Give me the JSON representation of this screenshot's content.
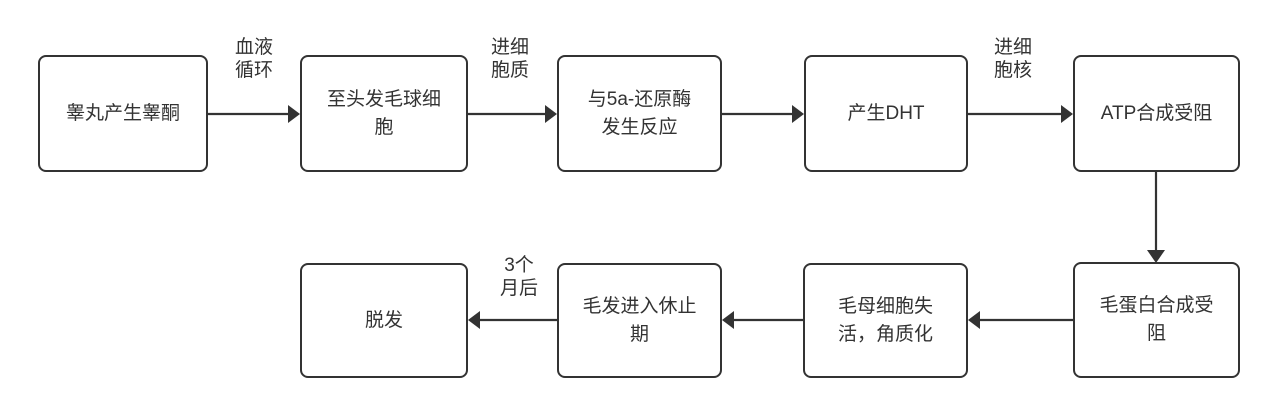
{
  "diagram": {
    "type": "flowchart",
    "title_visible": false,
    "background_color": "#ffffff",
    "node_fill": "#ffffff",
    "node_border_color": "#333333",
    "text_color": "#333333",
    "edge_color": "#333333",
    "nodes": [
      {
        "id": "n1",
        "label": "睾丸产生睾酮"
      },
      {
        "id": "n2",
        "label": "至头发毛球细\n胞"
      },
      {
        "id": "n3",
        "label": "与5a-还原酶\n发生反应"
      },
      {
        "id": "n4",
        "label": "产生DHT"
      },
      {
        "id": "n5",
        "label": "ATP合成受阻"
      },
      {
        "id": "n6",
        "label": "毛蛋白合成受\n阻"
      },
      {
        "id": "n7",
        "label": "毛母细胞失\n活，角质化"
      },
      {
        "id": "n8",
        "label": "毛发进入休止\n期"
      },
      {
        "id": "n9",
        "label": "脱发"
      }
    ],
    "edges": [
      {
        "from": "n1",
        "to": "n2",
        "label": "血液\n循环",
        "direction": "right"
      },
      {
        "from": "n2",
        "to": "n3",
        "label": "进细\n胞质",
        "direction": "right"
      },
      {
        "from": "n3",
        "to": "n4",
        "label": "",
        "direction": "right"
      },
      {
        "from": "n4",
        "to": "n5",
        "label": "进细\n胞核",
        "direction": "right"
      },
      {
        "from": "n5",
        "to": "n6",
        "label": "",
        "direction": "down"
      },
      {
        "from": "n6",
        "to": "n7",
        "label": "",
        "direction": "left"
      },
      {
        "from": "n7",
        "to": "n8",
        "label": "",
        "direction": "left"
      },
      {
        "from": "n8",
        "to": "n9",
        "label": "3个\n月后",
        "direction": "left"
      }
    ]
  }
}
